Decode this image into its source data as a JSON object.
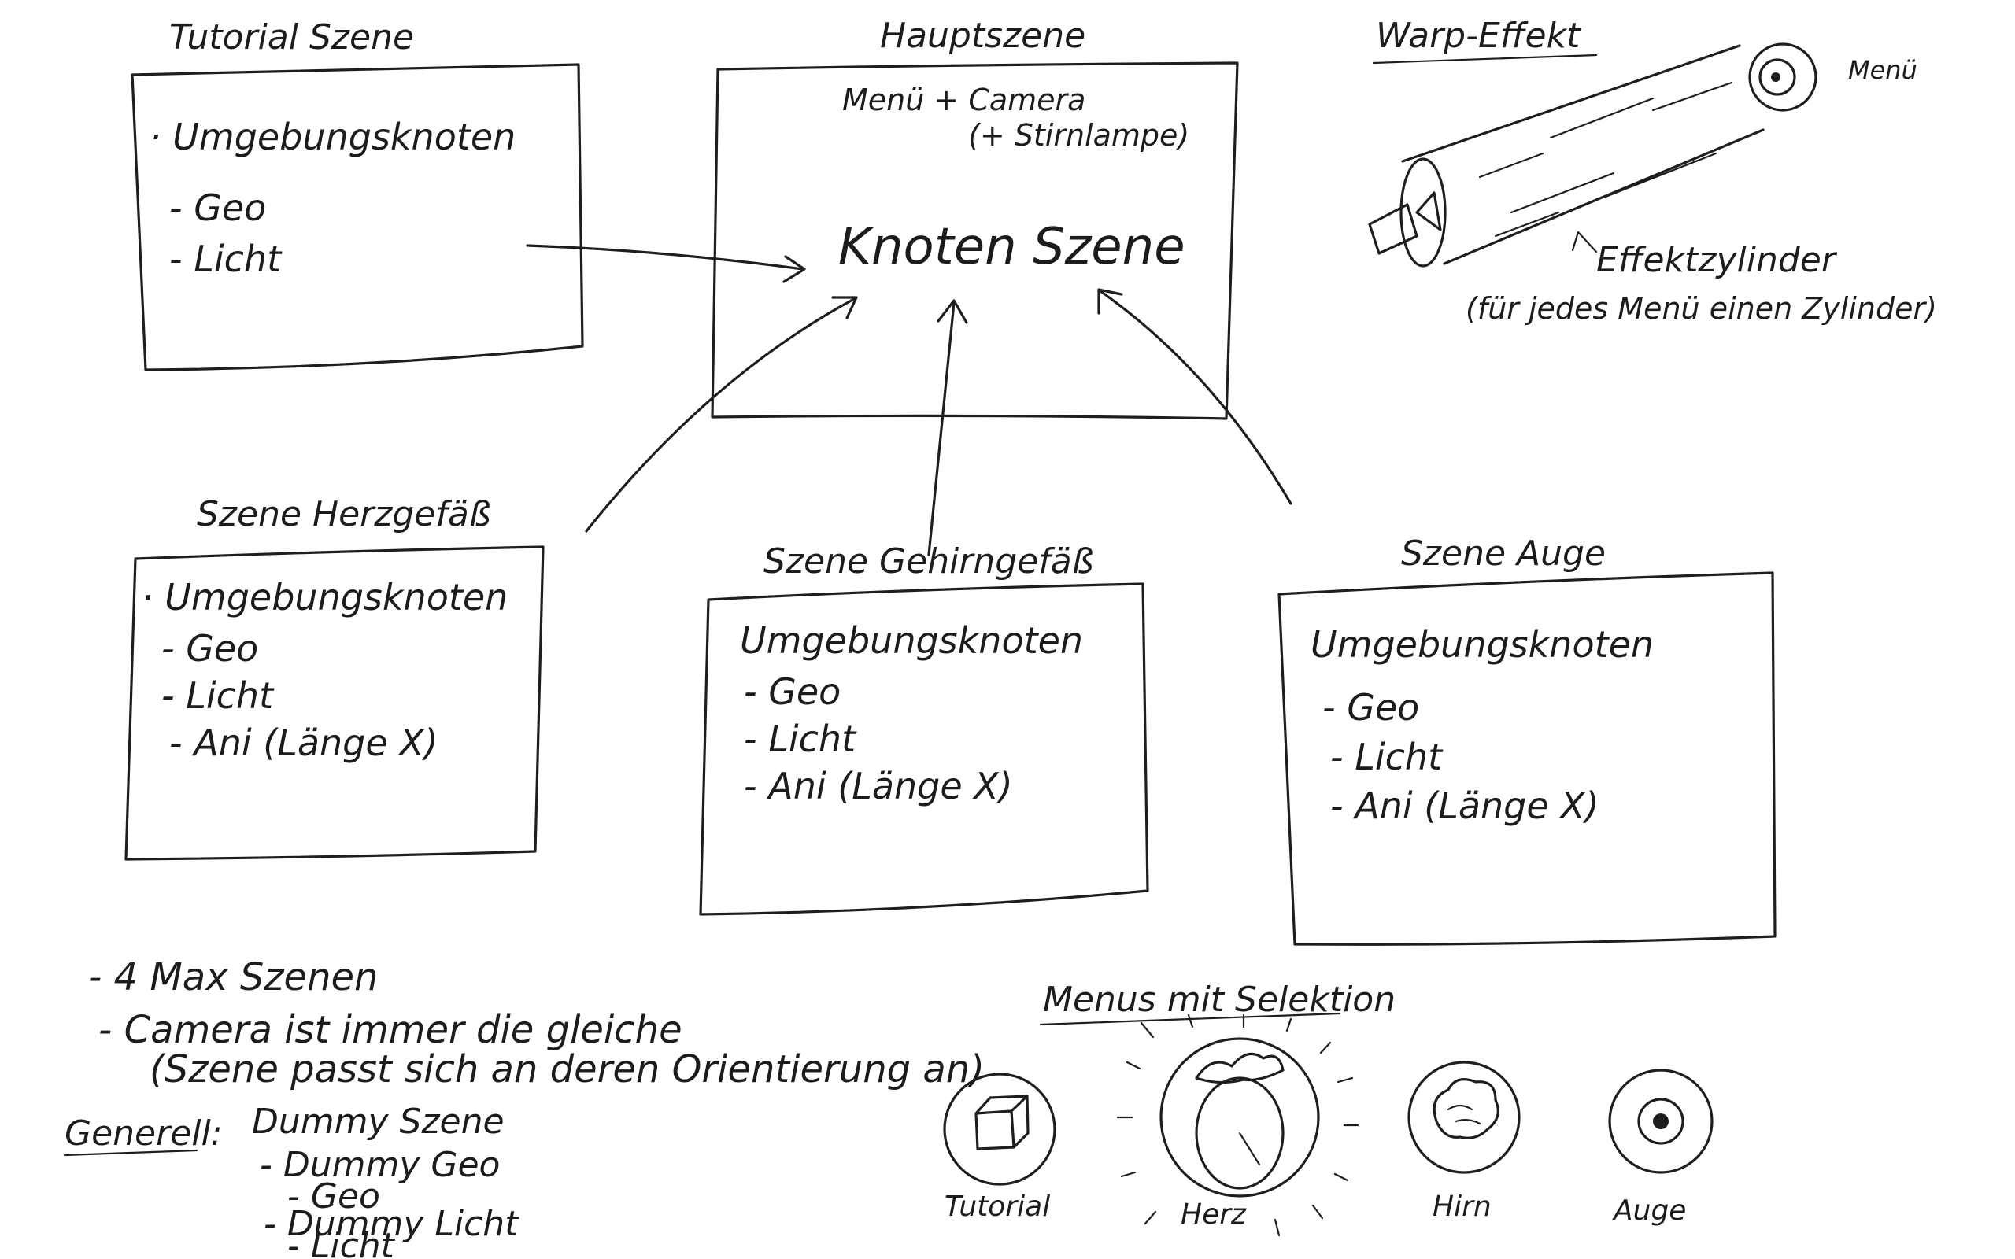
{
  "scenes": {
    "tutorial": {
      "title": "Tutorial Szene",
      "items": [
        "· Umgebungsknoten",
        "- Geo",
        "- Licht"
      ]
    },
    "main": {
      "title": "Hauptszene",
      "menu": "Menü + Camera",
      "lamp": "(+ Stirnlampe)",
      "center": "Knoten Szene"
    },
    "heart": {
      "title": "Szene Herzgefäß",
      "items": [
        "· Umgebungsknoten",
        "- Geo",
        "- Licht",
        "- Ani (Länge X)"
      ]
    },
    "brain": {
      "title": "Szene Gehirngefäß",
      "items": [
        "Umgebungsknoten",
        "- Geo",
        "- Licht",
        "- Ani (Länge X)"
      ]
    },
    "eye": {
      "title": "Szene Auge",
      "items": [
        "Umgebungsknoten",
        "- Geo",
        "- Licht",
        "- Ani (Länge X)"
      ]
    }
  },
  "warp": {
    "title": "Warp-Effekt",
    "menu_label": "Menü",
    "cylinder_label": "Effektzylinder",
    "cylinder_note": "(für jedes Menü einen Zylinder)"
  },
  "notes": {
    "max_scenes": "- 4 Max Szenen",
    "camera": "- Camera ist immer die gleiche",
    "camera_sub": "(Szene passt sich an deren Orientierung an)",
    "general_label": "Generell:",
    "dummy_scene": "Dummy Szene",
    "dummy_geo": "- Dummy Geo",
    "geo": "- Geo",
    "dummy_licht": "- Dummy Licht",
    "licht": "- Licht"
  },
  "menus": {
    "title": "Menus mit Selektion",
    "items": [
      {
        "label": "Tutorial",
        "icon": "cube-icon"
      },
      {
        "label": "Herz",
        "icon": "heart-icon",
        "selected": true
      },
      {
        "label": "Hirn",
        "icon": "brain-icon"
      },
      {
        "label": "Auge",
        "icon": "eye-icon"
      }
    ]
  }
}
